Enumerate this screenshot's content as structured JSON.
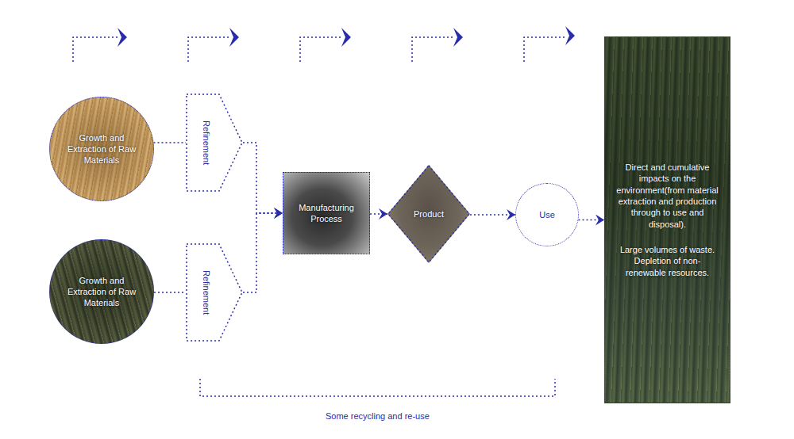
{
  "diagram": {
    "nodes": [
      {
        "text": [
          "Growth and Extraction of Raw Materials"
        ]
      },
      {
        "text": [
          "Refinement"
        ]
      },
      {
        "text": [
          "Growth and Extraction of Raw Materials"
        ]
      },
      {
        "text": [
          "Refinement"
        ]
      },
      {
        "text": [
          "Manufacturing Process"
        ]
      },
      {
        "text": [
          "Product"
        ]
      },
      {
        "text": [
          "Use"
        ]
      },
      {
        "text": [
          "Direct and cumulative impacts on the environment(from material extraction and production through to use and disposal).",
          "Large volumes of waste. Depletion of non-renewable resources."
        ]
      }
    ],
    "edges": [
      {
        "from": 0,
        "to": 1,
        "arrow": "none"
      },
      {
        "from": 2,
        "to": 3,
        "arrow": "none"
      },
      {
        "from": 1,
        "to": 4,
        "arrow": "to"
      },
      {
        "from": 3,
        "to": 4,
        "arrow": "to"
      },
      {
        "from": 4,
        "to": 5,
        "arrow": "to"
      },
      {
        "from": 5,
        "to": 6,
        "arrow": "to"
      },
      {
        "from": 6,
        "to": 7,
        "arrow": "to"
      }
    ],
    "labels": [
      "Some recycling and re-use"
    ]
  }
}
